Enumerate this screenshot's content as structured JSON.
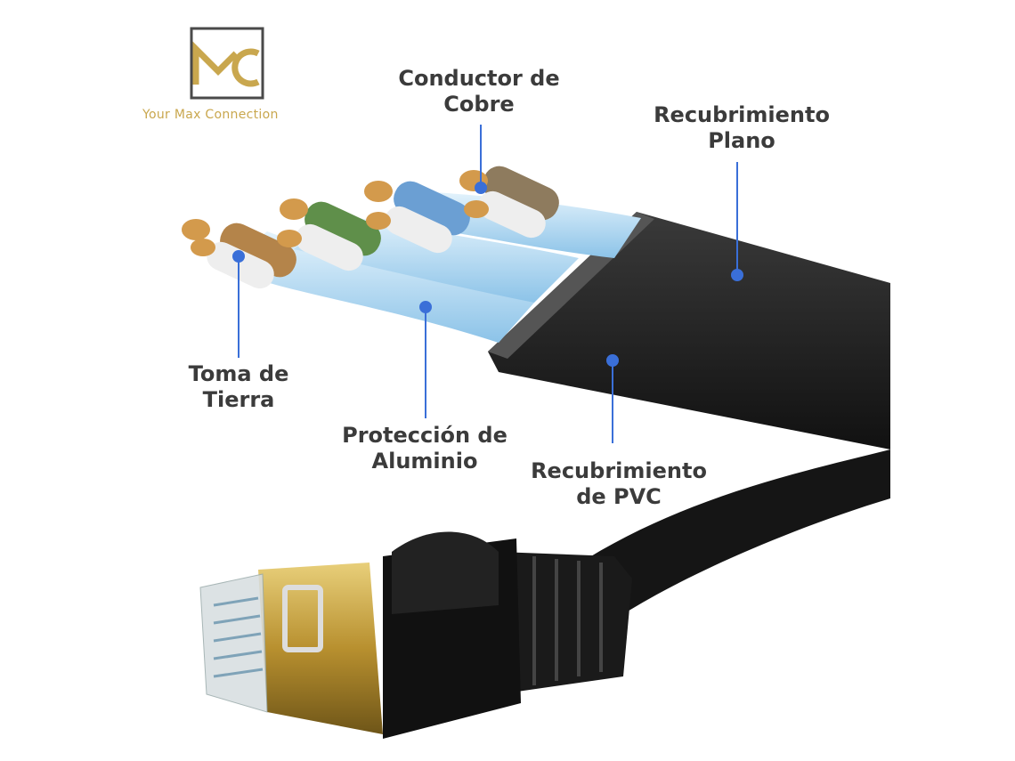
{
  "logo": {
    "monogram": "MC",
    "tagline": "Your Max Connection",
    "gold": "#c9a74e",
    "frame": "#4a4a4a"
  },
  "labels": {
    "copper": [
      "Conductor de",
      "Cobre"
    ],
    "flat_jacket": [
      "Recubrimiento",
      "Plano"
    ],
    "ground": [
      "Toma de",
      "Tierra"
    ],
    "aluminum": [
      "Protección de",
      "Aluminio"
    ],
    "pvc": [
      "Recubrimiento",
      "de PVC"
    ]
  },
  "colors": {
    "pointer": "#3a6fd8",
    "text": "#3b3b3b",
    "jacket": "#1c1c1c",
    "foil": "#a9d4f0",
    "copper": "#c88a3e"
  }
}
